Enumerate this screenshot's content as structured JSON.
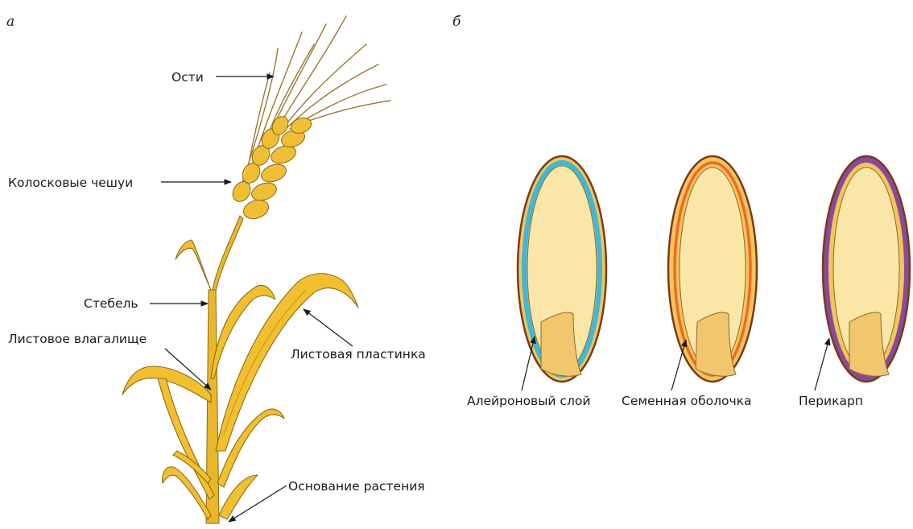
{
  "panels": {
    "a": "а",
    "b": "б"
  },
  "plant_labels": {
    "awns": "Ости",
    "glumes": "Колосковые чешуи",
    "stem": "Стебель",
    "leaf_sheath": "Листовое влагалище",
    "leaf_blade": "Листовая пластинка",
    "plant_base": "Основание растения"
  },
  "grain_labels": {
    "aleurone": "Алейроновый слой",
    "seed_coat": "Семенная оболочка",
    "pericarp": "Перикарп"
  },
  "colors": {
    "plant": "#f2c02e",
    "outline": "#8a6a1a",
    "grain_outer": "#7a3a1a",
    "grain_fill": "#f7e19a",
    "endosperm": "#fae7a7",
    "embryo": "#f1c66d",
    "aleurone_layer": "#3fb6dc",
    "seed_coat_layer": "#f2682a",
    "pericarp_layer": "#8a4a9a"
  }
}
